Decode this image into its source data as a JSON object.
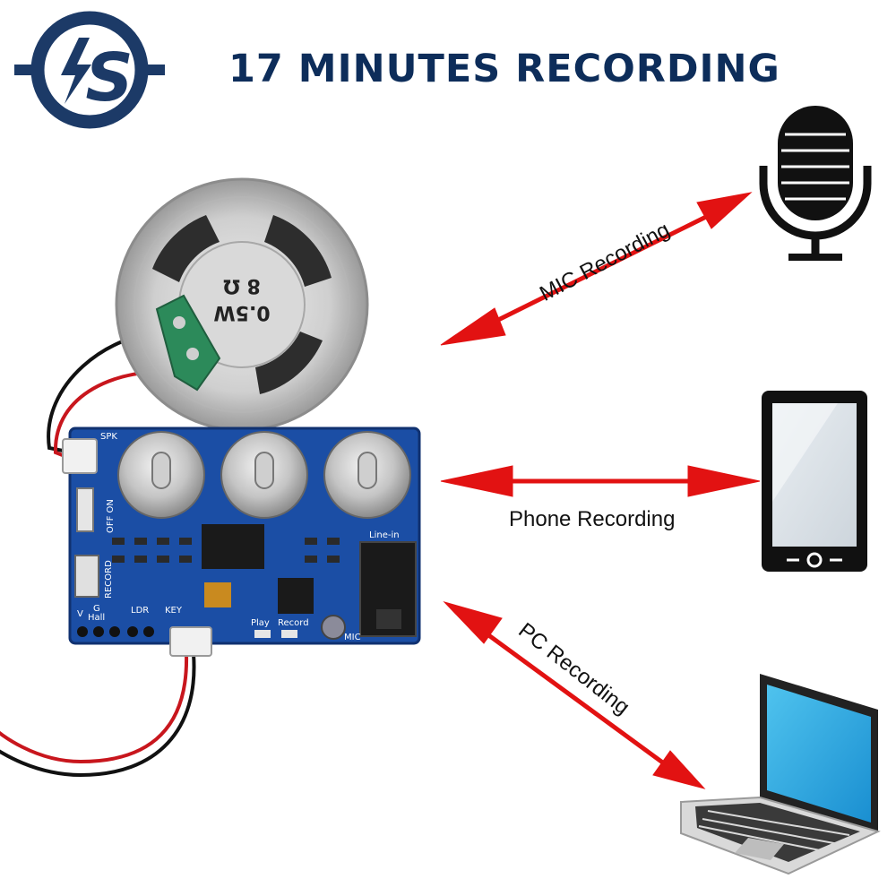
{
  "header": {
    "title": "17 MINUTES RECORDING",
    "title_color": "#0d2d5a"
  },
  "logo": {
    "text": "S",
    "color": "#1c3a67"
  },
  "speaker": {
    "label_lines": [
      "0.5W",
      "8 Ω"
    ]
  },
  "board": {
    "labels": {
      "spk": "SPK",
      "off_on": "OFF ON",
      "record_side": "RECORD",
      "v": "V",
      "g": "G",
      "hall": "Hall",
      "ldr": "LDR",
      "key": "KEY",
      "play": "Play",
      "record": "Record",
      "mic": "MIC",
      "line_in": "Line-in"
    },
    "color": "#1b4ea5"
  },
  "connections": [
    {
      "id": "mic",
      "label": "MIC Recording"
    },
    {
      "id": "phone",
      "label": "Phone Recording"
    },
    {
      "id": "pc",
      "label": "PC Recording"
    }
  ],
  "colors": {
    "arrow": "#e21212",
    "icon": "#111111"
  }
}
